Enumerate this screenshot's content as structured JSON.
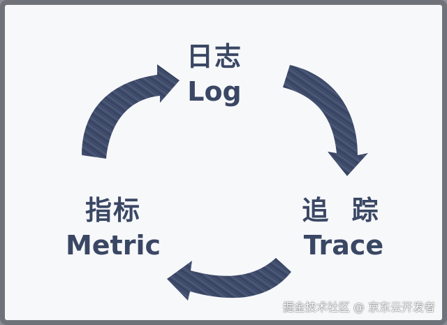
{
  "diagram": {
    "type": "cycle",
    "arrow_color": "#3f4c6b",
    "text_color": "#3a4764",
    "nodes": [
      {
        "id": "log",
        "cn": "日志",
        "en": "Log"
      },
      {
        "id": "trace",
        "cn": "追 踪",
        "en": "Trace"
      },
      {
        "id": "metric",
        "cn": "指标",
        "en": "Metric"
      }
    ],
    "arrows": [
      {
        "from": "metric",
        "to": "log"
      },
      {
        "from": "log",
        "to": "trace"
      },
      {
        "from": "trace",
        "to": "metric"
      }
    ]
  },
  "watermark": "掘金技术社区 @ 京东云开发者"
}
